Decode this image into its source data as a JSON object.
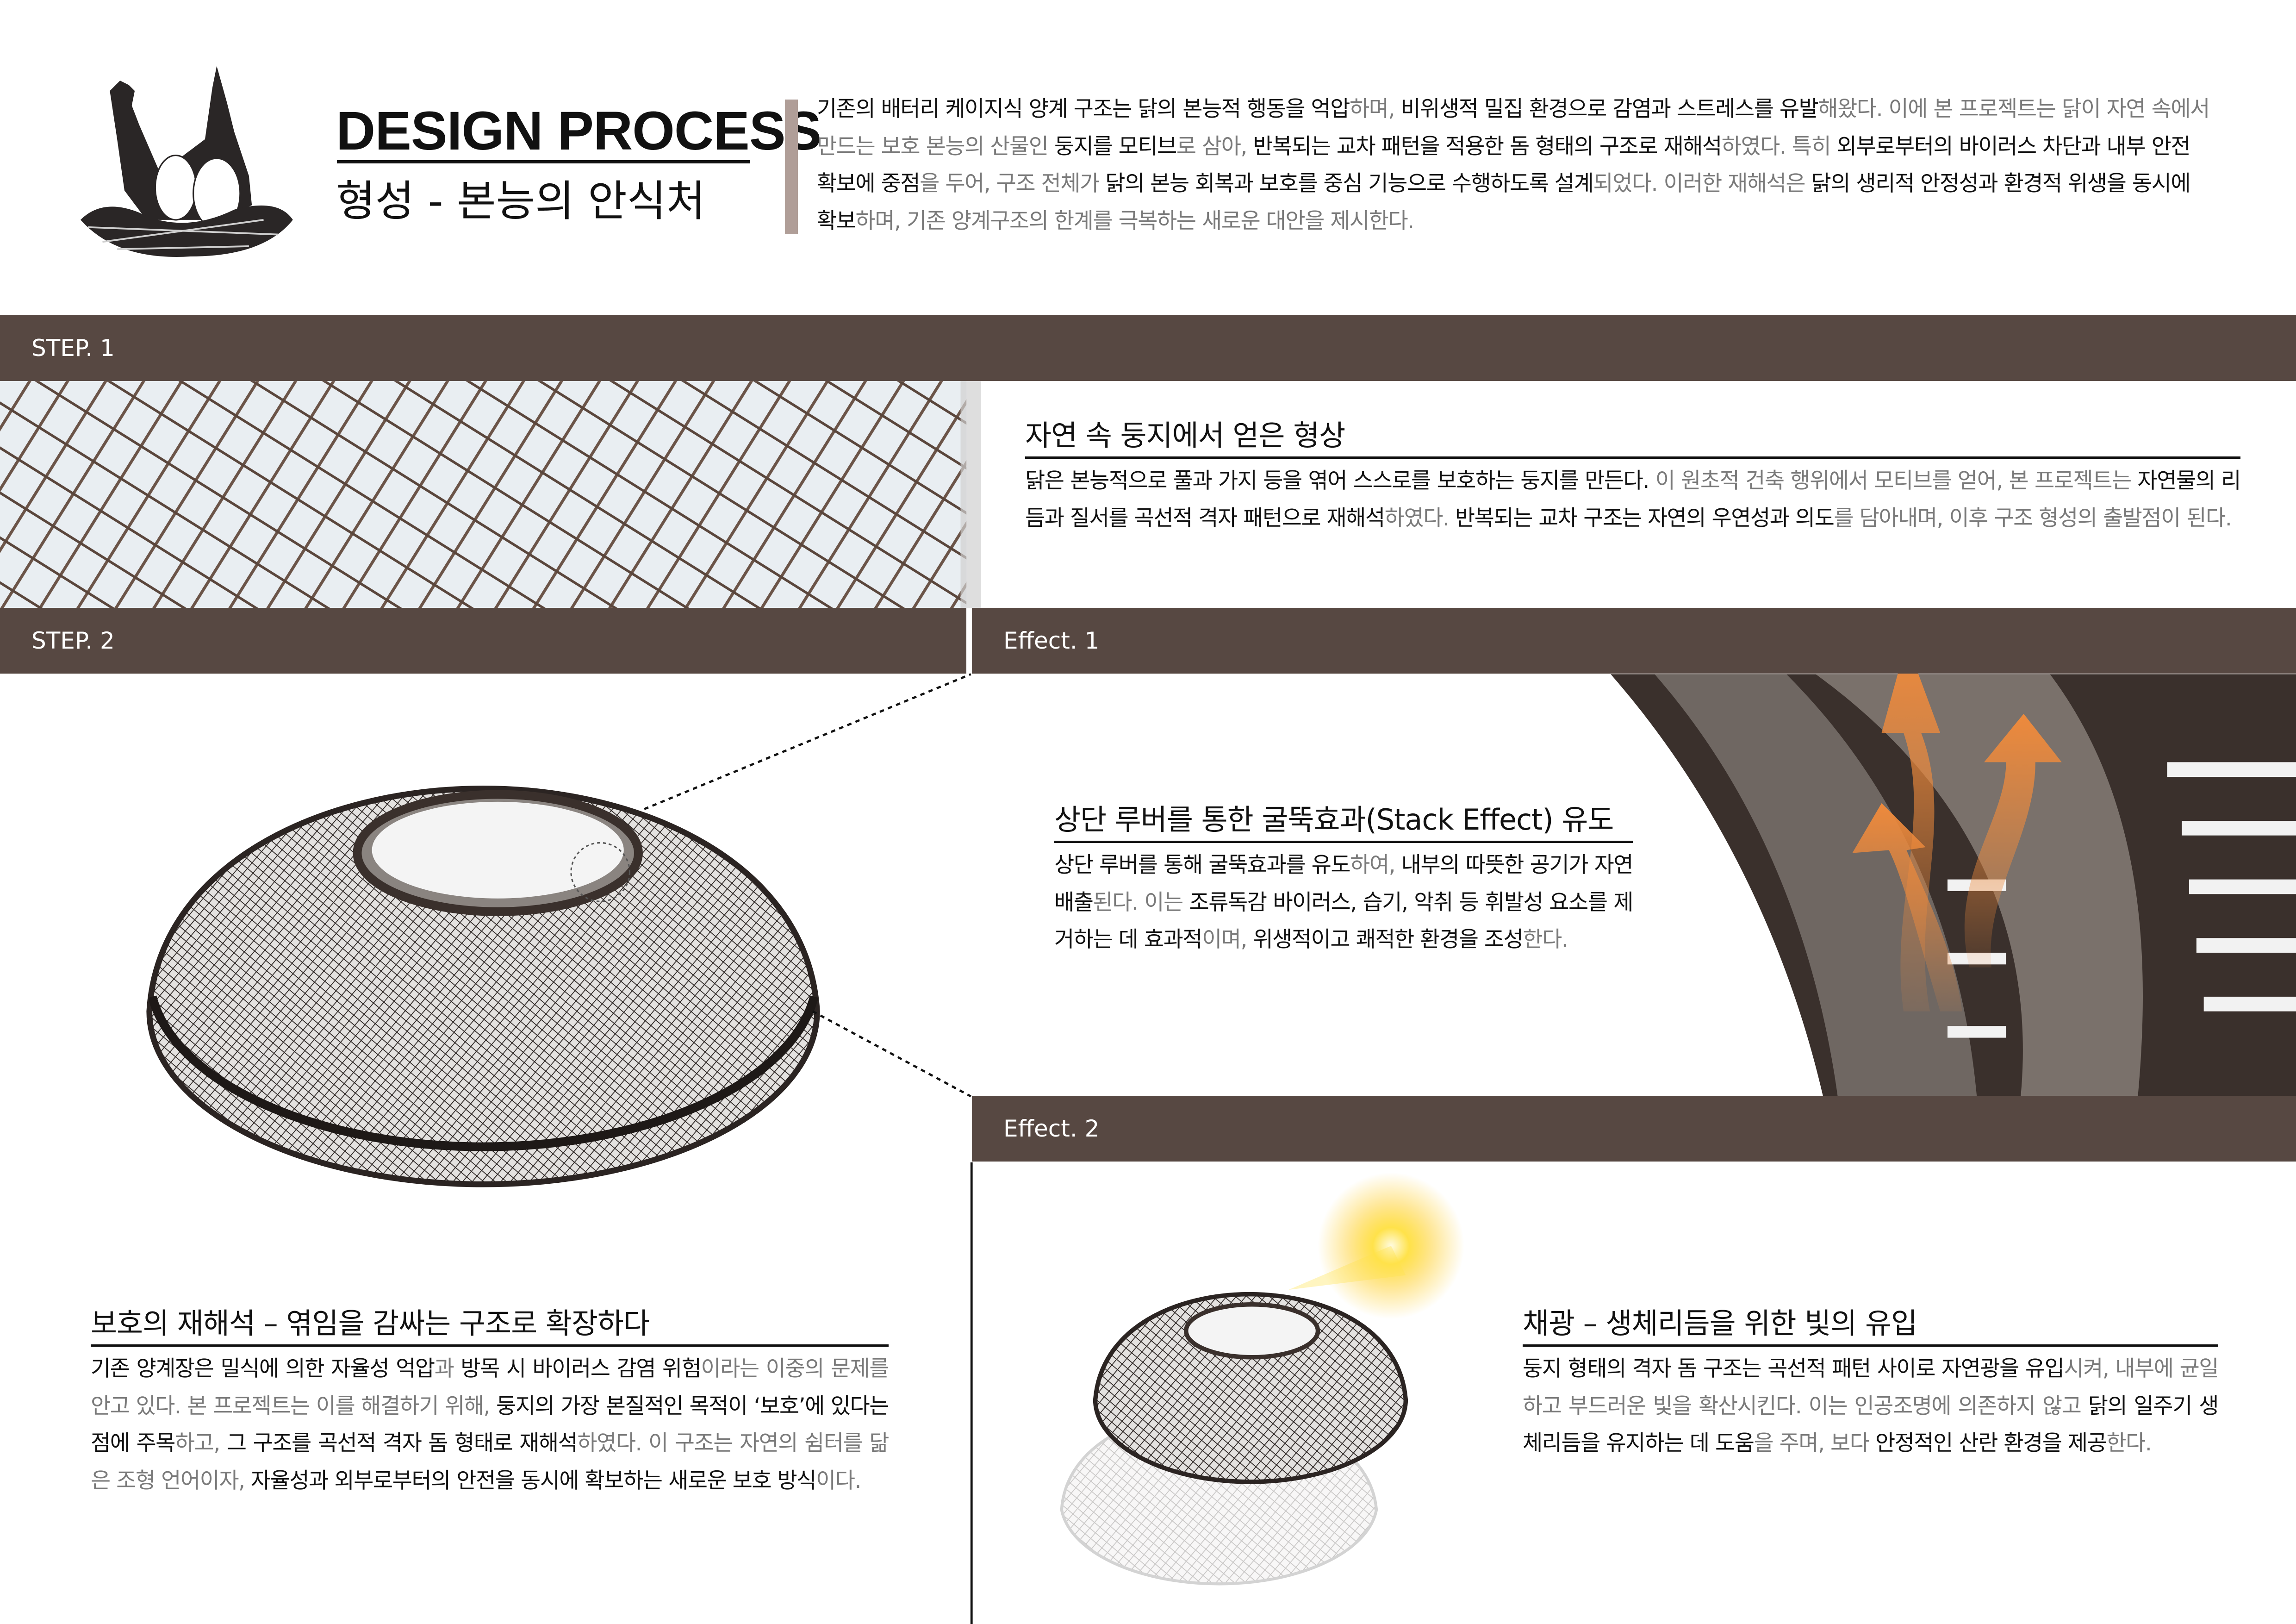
{
  "header": {
    "title": "DESIGN PROCESS",
    "subtitle": "형성 - 본능의 안식처",
    "logo_icon": "hen-nest-eggs-icon",
    "intro": [
      {
        "t": "기존의 배터리 케이지식 양계 구조는 닭의 본능적 행동을 억압",
        "em": true
      },
      {
        "t": "하며, ",
        "em": false
      },
      {
        "t": "비위생적 밀집 환경으로 감염과 스트레스를 유발",
        "em": true
      },
      {
        "t": "해왔다. 이에 본 프로젝트는 닭이 자연 속에서 만드는 보호 본능의 산물인 ",
        "em": false
      },
      {
        "t": "둥지를 모티브",
        "em": true
      },
      {
        "t": "로 삼아, ",
        "em": false
      },
      {
        "t": "반복되는 교차 패턴을 적용한 돔 형태의 구조로 재해석",
        "em": true
      },
      {
        "t": "하였다. 특히 ",
        "em": false
      },
      {
        "t": "외부로부터의 바이러스 차단과 내부 안전 확보에 중점",
        "em": true
      },
      {
        "t": "을 두어, 구조 전체가 ",
        "em": false
      },
      {
        "t": "닭의 본능 회복과 보호를 중심 기능으로 수행하도록 설계",
        "em": true
      },
      {
        "t": "되었다. 이러한 재해석은 ",
        "em": false
      },
      {
        "t": "닭의 생리적 안정성과 환경적 위생을 동시에 확보",
        "em": true
      },
      {
        "t": "하며, 기존 양계구조의 한계를 극복하는 새로운 대안을 제시한다.",
        "em": false
      }
    ]
  },
  "bands": {
    "step1": "STEP. 1",
    "step2": "STEP. 2",
    "effect1": "Effect. 1",
    "effect2": "Effect. 2"
  },
  "step1": {
    "title": "자연 속 둥지에서 얻은 형상",
    "body": [
      {
        "t": "닭은 본능적으로 풀과 가지 등을 엮어 스스로를 보호하는 둥지를 만든다.",
        "em": true
      },
      {
        "t": " 이 원초적 건축 행위에서 모티브를 얻어, 본 프로젝트는 ",
        "em": false
      },
      {
        "t": "자연물의 리듬과 질서를 곡선적 격자 패턴으로 재해석",
        "em": true
      },
      {
        "t": "하였다. ",
        "em": false
      },
      {
        "t": "반복되는 교차 구조는 자연의 우연성과 의도",
        "em": true
      },
      {
        "t": "를 담아내며, 이후 구조 형성의 출발점이 된다.",
        "em": false
      }
    ]
  },
  "effect1": {
    "title": "상단 루버를 통한 굴뚝효과(Stack Effect) 유도",
    "body": [
      {
        "t": "상단 루버를 통해 굴뚝효과를 유도",
        "em": true
      },
      {
        "t": "하여, ",
        "em": false
      },
      {
        "t": "내부의 따뜻한 공기가 자연 배출",
        "em": true
      },
      {
        "t": "된다. 이는 ",
        "em": false
      },
      {
        "t": "조류독감 바이러스, 습기, 악취 등 휘발성 요소를 제거하는 데 효과적",
        "em": true
      },
      {
        "t": "이며, ",
        "em": false
      },
      {
        "t": "위생적이고 쾌적한 환경을 조성",
        "em": true
      },
      {
        "t": "한다.",
        "em": false
      }
    ]
  },
  "step2": {
    "title": "보호의 재해석 – 엮임을 감싸는 구조로 확장하다",
    "body": [
      {
        "t": "기존 양계장은 밀식에 의한 자율성 억압",
        "em": true
      },
      {
        "t": "과 ",
        "em": false
      },
      {
        "t": "방목 시 바이러스 감염 위험",
        "em": true
      },
      {
        "t": "이라는 이중의 문제를 안고 있다. 본 프로젝트는 이를 해결하기 위해, ",
        "em": false
      },
      {
        "t": "둥지의 가장 본질적인 목적이 ‘보호’에 있다는 점에 주목",
        "em": true
      },
      {
        "t": "하고, ",
        "em": false
      },
      {
        "t": "그 구조를 곡선적 격자 돔 형태로 재해석",
        "em": true
      },
      {
        "t": "하였다. 이 구조는 자연의 쉼터를 닮은 조형 언어이자, ",
        "em": false
      },
      {
        "t": "자율성과 외부로부터의 안전을 동시에 확보하는 새로운 보호 방식",
        "em": true
      },
      {
        "t": "이다.",
        "em": false
      }
    ]
  },
  "effect2": {
    "title": "채광 – 생체리듬을 위한 빛의 유입",
    "body": [
      {
        "t": "둥지 형태의 격자 돔 구조는 곡선적 패턴 사이로 자연광을 유입",
        "em": true
      },
      {
        "t": "시켜, 내부에 균일하고 부드러운 빛을 확산시킨다. 이는 인공조명에 의존하지 않고 ",
        "em": false
      },
      {
        "t": "닭의 일주기 생체리듬을 유지하는 데 도움",
        "em": true
      },
      {
        "t": "을 주며, 보다 ",
        "em": false
      },
      {
        "t": "안정적인 산란 환경을 제공",
        "em": true
      },
      {
        "t": "한다.",
        "em": false
      }
    ]
  },
  "colors": {
    "band": "#574842",
    "accent_bar": "#b09e98",
    "arrow": "#ee8a3c",
    "emphasis_text": "#111111",
    "muted_text": "#7a7a7a"
  }
}
